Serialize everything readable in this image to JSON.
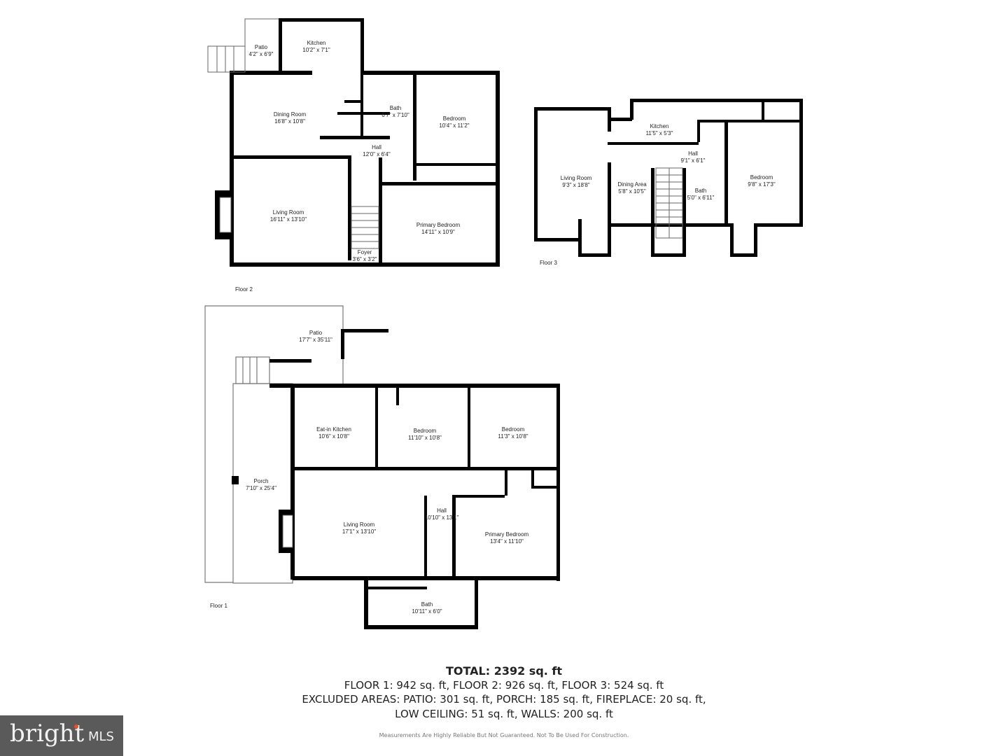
{
  "floors": {
    "floor2": {
      "label": "Floor 2",
      "rooms": [
        {
          "name": "Patio",
          "dims": "4'2\" x 6'9\""
        },
        {
          "name": "Kitchen",
          "dims": "10'2\" x 7'1\""
        },
        {
          "name": "Dining Room",
          "dims": "16'8\" x 10'8\""
        },
        {
          "name": "Bath",
          "dims": "6'7\" x 7'10\""
        },
        {
          "name": "Bedroom",
          "dims": "10'4\" x 11'2\""
        },
        {
          "name": "Hall",
          "dims": "12'0\" x 6'4\""
        },
        {
          "name": "Living Room",
          "dims": "16'11\" x 13'10\""
        },
        {
          "name": "Primary Bedroom",
          "dims": "14'11\" x 10'9\""
        },
        {
          "name": "Foyer",
          "dims": "3'6\" x 3'2\""
        }
      ]
    },
    "floor3": {
      "label": "Floor 3",
      "rooms": [
        {
          "name": "Kitchen",
          "dims": "11'5\" x 5'3\""
        },
        {
          "name": "Hall",
          "dims": "9'1\" x 6'1\""
        },
        {
          "name": "Living Room",
          "dims": "9'3\" x 18'8\""
        },
        {
          "name": "Dining Area",
          "dims": "5'8\" x 10'5\""
        },
        {
          "name": "Bath",
          "dims": "5'0\" x 6'11\""
        },
        {
          "name": "Bedroom",
          "dims": "9'8\" x 17'3\""
        }
      ]
    },
    "floor1": {
      "label": "Floor 1",
      "rooms": [
        {
          "name": "Patio",
          "dims": "17'7\" x 35'11\""
        },
        {
          "name": "Eat-in Kitchen",
          "dims": "10'6\" x 10'8\""
        },
        {
          "name": "Bedroom",
          "dims": "11'10\" x 10'8\""
        },
        {
          "name": "Bedroom",
          "dims": "11'3\" x 10'8\""
        },
        {
          "name": "Porch",
          "dims": "7'10\" x 25'4\""
        },
        {
          "name": "Hall",
          "dims": "10'10\" x 13'1\""
        },
        {
          "name": "Living Room",
          "dims": "17'1\" x 13'10\""
        },
        {
          "name": "Primary Bedroom",
          "dims": "13'4\" x 11'10\""
        },
        {
          "name": "Bath",
          "dims": "10'11\" x 6'0\""
        }
      ]
    }
  },
  "summary": {
    "total": "TOTAL: 2392 sq. ft",
    "floors": "FLOOR 1: 942 sq. ft, FLOOR 2: 926 sq. ft, FLOOR 3: 524 sq. ft",
    "excluded_1": "EXCLUDED AREAS: PATIO: 301 sq. ft, PORCH: 185 sq. ft, FIREPLACE: 20 sq. ft,",
    "excluded_2": "LOW CEILING: 51 sq. ft, WALLS: 200 sq. ft",
    "disclaimer": "Measurements Are Highly Reliable But Not Guaranteed. Not To Be Used For Construction."
  },
  "logo": {
    "brand": "bright",
    "suffix": "MLS",
    "accent": "#e8502a"
  }
}
